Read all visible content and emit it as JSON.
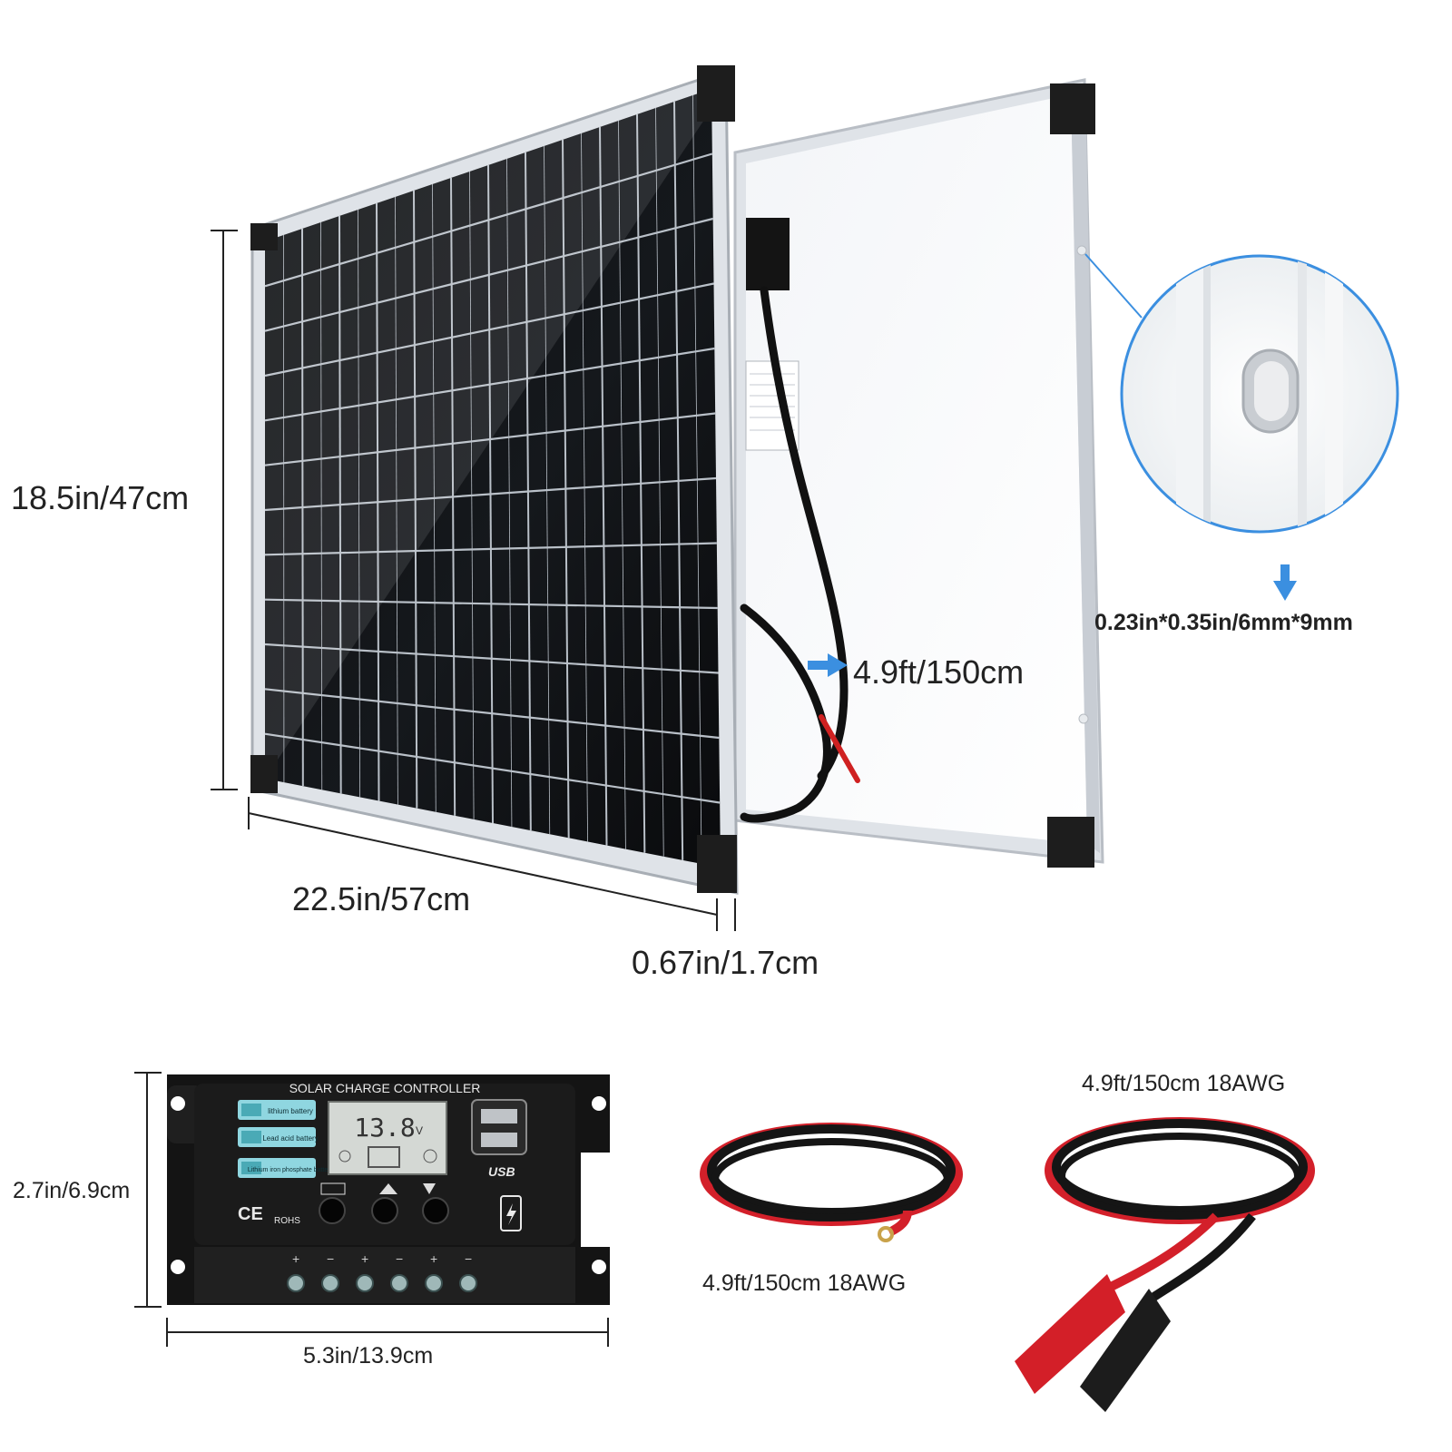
{
  "dimensions": {
    "panel_height": "18.5in/47cm",
    "panel_width": "22.5in/57cm",
    "panel_depth": "0.67in/1.7cm",
    "panel_cable": "4.9ft/150cm",
    "mount_hole": "0.23in*0.35in/6mm*9mm",
    "controller_height": "2.7in/6.9cm",
    "controller_width": "5.3in/13.9cm",
    "cable_ring": "4.9ft/150cm 18AWG",
    "cable_clip": "4.9ft/150cm 18AWG"
  },
  "controller": {
    "title": "SOLAR CHARGE CONTROLLER",
    "modes": [
      "lithium battery",
      "Lead acid battery",
      "Lithium iron phosphate battery"
    ],
    "reading": "13.8",
    "unit": "V",
    "usb": "USB",
    "cert": [
      "CE",
      "ROHS"
    ]
  },
  "colors": {
    "accent": "#3b8fe0",
    "cable_red": "#d3202a",
    "cable_black": "#151515",
    "lcd": "#8fd6e0"
  },
  "icons": [
    "arrow-right-icon",
    "arrow-down-icon",
    "magnifier-icon",
    "usb-port-icon",
    "phone-charge-icon"
  ]
}
